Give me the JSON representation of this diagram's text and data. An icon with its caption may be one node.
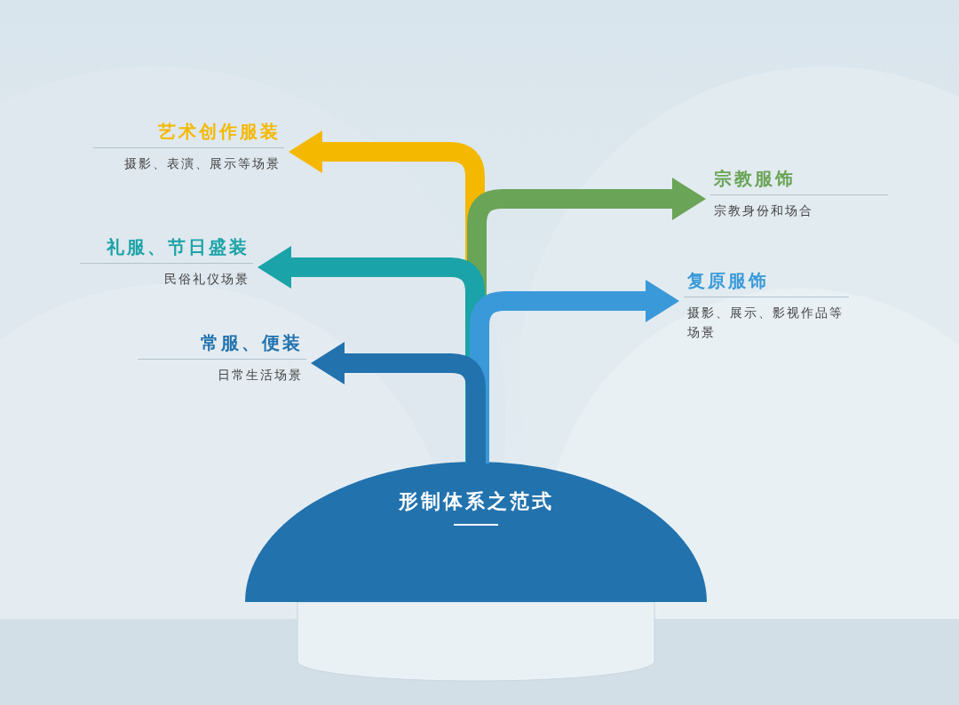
{
  "diagram": {
    "nodes": [
      {
        "text": [
          "艺术创作服装",
          "摄影、表演、展示等场景"
        ]
      },
      {
        "text": [
          "宗教服饰",
          "宗教身份和场合"
        ]
      },
      {
        "text": [
          "礼服、节日盛装",
          "民俗礼仪场景"
        ]
      },
      {
        "text": [
          "复原服饰",
          "摄影、展示、影视作品等场景"
        ]
      },
      {
        "text": [
          "常服、便装",
          "日常生活场景"
        ]
      },
      {
        "text": [
          "形制体系之范式"
        ]
      }
    ],
    "edges": [
      {
        "from": 5,
        "to": 0,
        "arrow": "to",
        "color": "#f5b800"
      },
      {
        "from": 5,
        "to": 1,
        "arrow": "to",
        "color": "#6aa457"
      },
      {
        "from": 5,
        "to": 2,
        "arrow": "to",
        "color": "#1aa3a8"
      },
      {
        "from": 5,
        "to": 3,
        "arrow": "to",
        "color": "#3a9ad9"
      },
      {
        "from": 5,
        "to": 4,
        "arrow": "to",
        "color": "#2272ae"
      }
    ]
  }
}
